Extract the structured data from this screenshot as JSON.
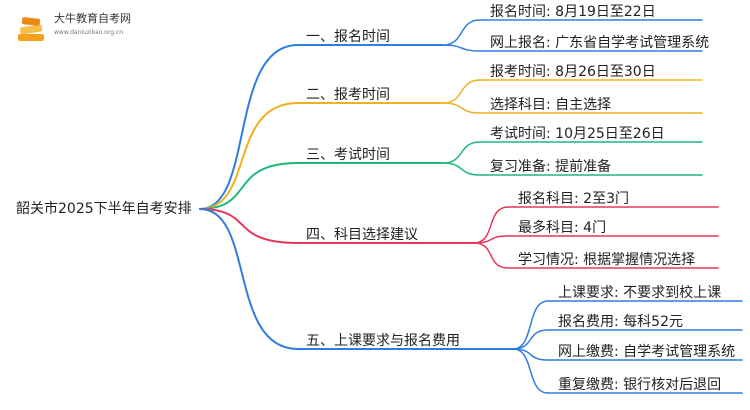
{
  "logo": {
    "title": "大牛教育自考网",
    "url": "www.daniuzikao.org.cn",
    "icon": "book-stack-icon"
  },
  "mindmap": {
    "root": "韶关市2025下半年自考安排",
    "branches": [
      {
        "label": "一、报名时间",
        "color": "#2f7de1",
        "children": [
          "报名时间: 8月19日至22日",
          "网上报名: 广东省自学考试管理系统"
        ]
      },
      {
        "label": "二、报考时间",
        "color": "#f2b01e",
        "children": [
          "报考时间: 8月26日至30日",
          "选择科目: 自主选择"
        ]
      },
      {
        "label": "三、考试时间",
        "color": "#1fb97a",
        "children": [
          "考试时间: 10月25日至26日",
          "复习准备: 提前准备"
        ]
      },
      {
        "label": "四、科目选择建议",
        "color": "#e8375a",
        "children": [
          "报名科目: 2至3门",
          "最多科目: 4门",
          "学习情况: 根据掌握情况选择"
        ]
      },
      {
        "label": "五、上课要求与报名费用",
        "color": "#2f7de1",
        "children": [
          "上课要求: 不要求到校上课",
          "报名费用: 每科52元",
          "网上缴费: 自学考试管理系统",
          "重复缴费: 银行核对后退回"
        ]
      }
    ]
  }
}
